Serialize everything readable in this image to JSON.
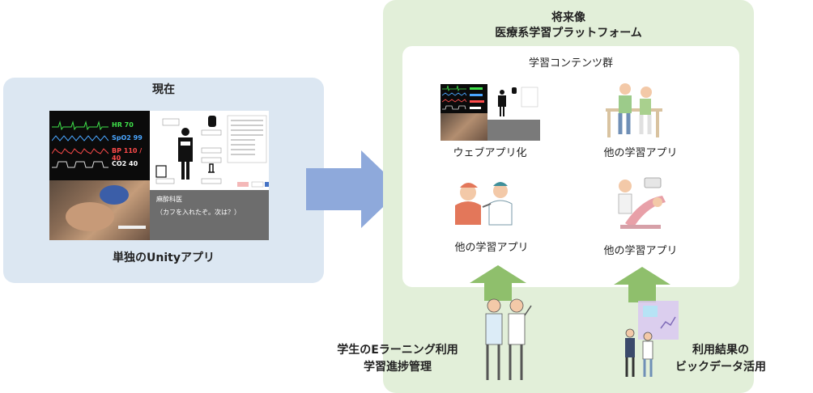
{
  "current": {
    "title": "現在",
    "caption": "単独のUnityアプリ",
    "monitor": {
      "hr": "HR 70",
      "spo2": "SpO2 99",
      "bp": "BP 110 / 40",
      "co2": "CO2 40"
    },
    "dialog": {
      "title": "麻酔科医",
      "text": "（カフを入れたぞ。次は？）"
    }
  },
  "future": {
    "title_line1": "将来像",
    "title_line2": "医療系学習プラットフォーム",
    "content_group_title": "学習コンテンツ群",
    "items": [
      "ウェブアプリ化",
      "他の学習アプリ",
      "他の学習アプリ",
      "他の学習アプリ"
    ]
  },
  "bottom": {
    "left_line1": "学生のEラーニング利用",
    "left_line2": "学習進捗管理",
    "right_line1": "利用結果の",
    "right_line2": "ビックデータ活用"
  },
  "colors": {
    "current_bg": "#dce7f2",
    "future_bg": "#e2efd9",
    "main_arrow": "#8ea9db",
    "up_arrow": "#8fbf6c"
  }
}
